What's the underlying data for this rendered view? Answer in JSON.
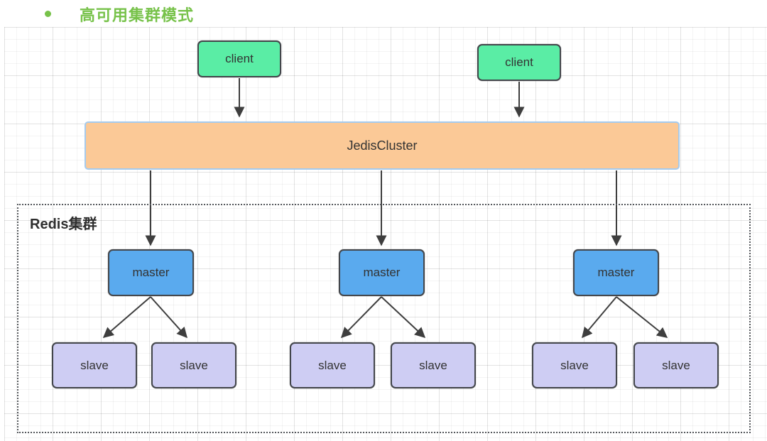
{
  "header": {
    "title": "高可用集群模式"
  },
  "diagram": {
    "clients": [
      {
        "label": "client"
      },
      {
        "label": "client"
      }
    ],
    "middleware": {
      "label": "JedisCluster"
    },
    "cluster": {
      "label": "Redis集群",
      "groups": [
        {
          "master": {
            "label": "master"
          },
          "slaves": [
            {
              "label": "slave"
            },
            {
              "label": "slave"
            }
          ]
        },
        {
          "master": {
            "label": "master"
          },
          "slaves": [
            {
              "label": "slave"
            },
            {
              "label": "slave"
            }
          ]
        },
        {
          "master": {
            "label": "master"
          },
          "slaves": [
            {
              "label": "slave"
            },
            {
              "label": "slave"
            }
          ]
        }
      ]
    },
    "icons": {
      "bullet": "list-bullet-icon",
      "arrows": "down-arrow-connector"
    }
  },
  "colors": {
    "title_green": "#77C24A",
    "client_fill": "#5AEDA5",
    "master_fill": "#5AAAEE",
    "slave_fill": "#CECDF3",
    "middleware_fill": "#FBC997",
    "middleware_border": "#A5CBEE",
    "node_border": "#43464B",
    "node_text": "#333333",
    "cluster_border": "#55585C",
    "arrow": "#3E3E3E",
    "grid_line": "#ECECEC",
    "background": "#FFFFFF"
  }
}
